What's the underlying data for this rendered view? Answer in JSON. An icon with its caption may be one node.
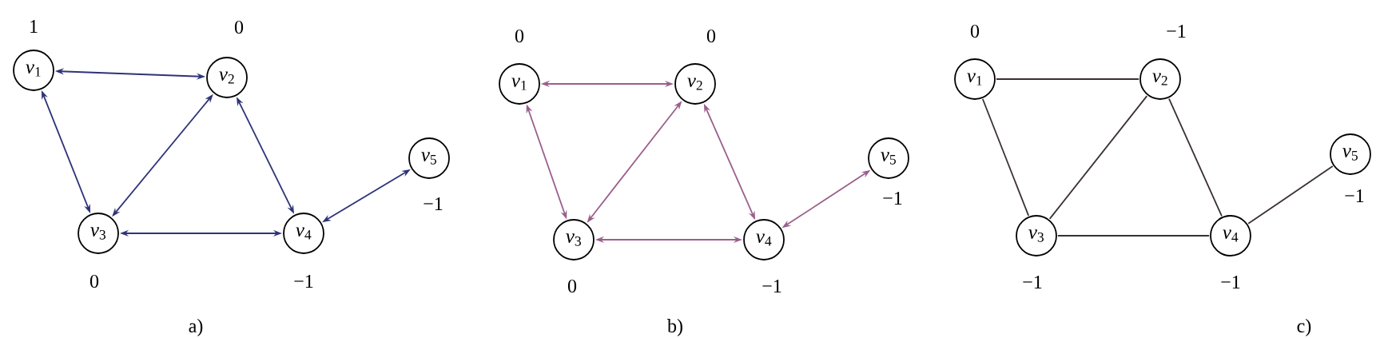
{
  "diagram": {
    "nodes": [
      {
        "text": [
          "*v*$_{1}$"
        ],
        "beside": [
          "1"
        ]
      },
      {
        "text": [
          "*v*$_{2}$"
        ],
        "beside": [
          "0"
        ]
      },
      {
        "text": [
          "*v*$_{3}$"
        ],
        "beside": [
          "0"
        ]
      },
      {
        "text": [
          "*v*$_{4}$"
        ],
        "beside": [
          "−1"
        ]
      },
      {
        "text": [
          "*v*$_{5}$"
        ],
        "beside": [
          "−1"
        ]
      },
      {
        "text": [
          "*v*$_{1}$"
        ],
        "beside": [
          "0"
        ]
      },
      {
        "text": [
          "*v*$_{2}$"
        ],
        "beside": [
          "0"
        ]
      },
      {
        "text": [
          "*v*$_{3}$"
        ],
        "beside": [
          "0"
        ]
      },
      {
        "text": [
          "*v*$_{4}$"
        ],
        "beside": [
          "−1"
        ]
      },
      {
        "text": [
          "*v*$_{5}$"
        ],
        "beside": [
          "−1"
        ]
      },
      {
        "text": [
          "*v*$_{1}$"
        ],
        "beside": [
          "0"
        ]
      },
      {
        "text": [
          "*v*$_{2}$"
        ],
        "beside": [
          "−1"
        ]
      },
      {
        "text": [
          "*v*$_{3}$"
        ],
        "beside": [
          "−1"
        ]
      },
      {
        "text": [
          "*v*$_{4}$"
        ],
        "beside": [
          "−1"
        ]
      },
      {
        "text": [
          "*v*$_{5}$"
        ],
        "beside": [
          "−1"
        ]
      }
    ],
    "edges": [
      {
        "from": 0,
        "to": 1,
        "arrow": "both",
        "color": "#2e3378"
      },
      {
        "from": 0,
        "to": 2,
        "arrow": "both",
        "color": "#2e3378"
      },
      {
        "from": 1,
        "to": 2,
        "arrow": "both",
        "color": "#2e3378"
      },
      {
        "from": 1,
        "to": 3,
        "arrow": "both",
        "color": "#2e3378"
      },
      {
        "from": 2,
        "to": 3,
        "arrow": "both",
        "color": "#2e3378"
      },
      {
        "from": 3,
        "to": 4,
        "arrow": "both",
        "color": "#2e3378"
      },
      {
        "from": 5,
        "to": 6,
        "arrow": "both",
        "color": "#9a5f8c"
      },
      {
        "from": 5,
        "to": 7,
        "arrow": "both",
        "color": "#9a5f8c"
      },
      {
        "from": 6,
        "to": 7,
        "arrow": "both",
        "color": "#9a5f8c"
      },
      {
        "from": 6,
        "to": 8,
        "arrow": "both",
        "color": "#9a5f8c"
      },
      {
        "from": 7,
        "to": 8,
        "arrow": "both",
        "color": "#9a5f8c"
      },
      {
        "from": 8,
        "to": 9,
        "arrow": "both",
        "color": "#9a5f8c"
      },
      {
        "from": 10,
        "to": 11,
        "arrow": "none"
      },
      {
        "from": 10,
        "to": 12,
        "arrow": "none"
      },
      {
        "from": 11,
        "to": 12,
        "arrow": "none"
      },
      {
        "from": 11,
        "to": 13,
        "arrow": "none"
      },
      {
        "from": 12,
        "to": 13,
        "arrow": "none"
      },
      {
        "from": 13,
        "to": 14,
        "arrow": "none"
      }
    ],
    "labels": [
      "a)",
      "b)",
      "c)"
    ]
  }
}
